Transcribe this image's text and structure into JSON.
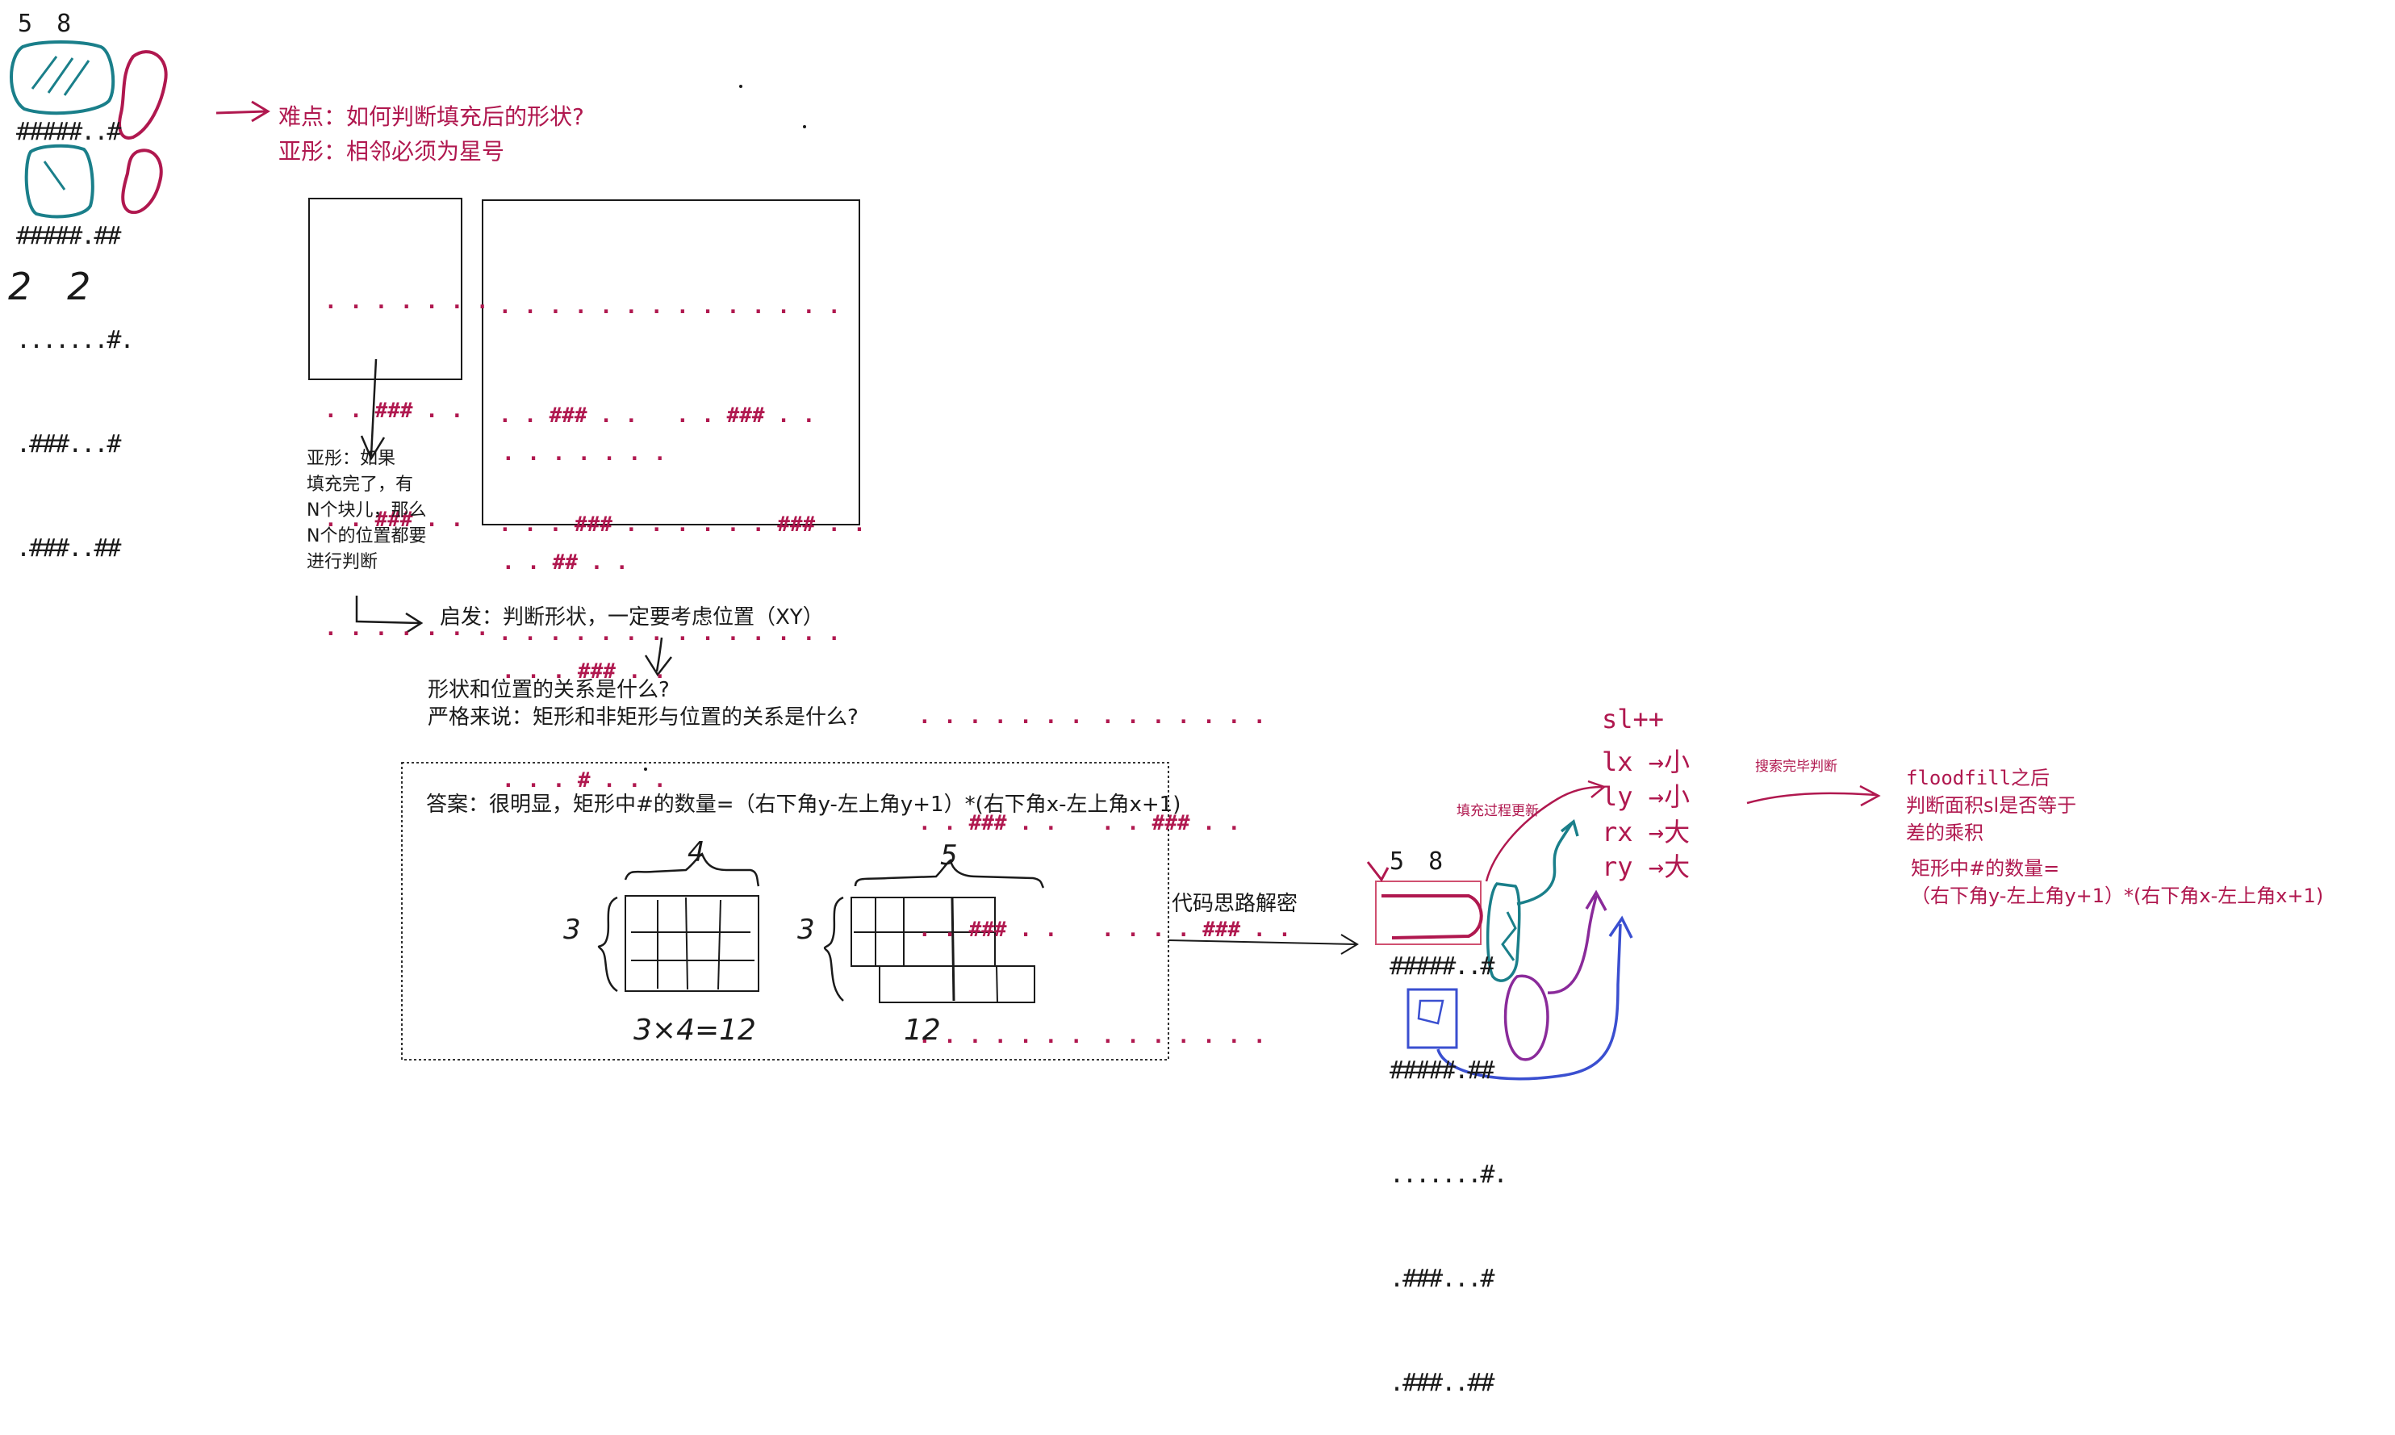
{
  "colors": {
    "accent_red": "#b0184f",
    "teal": "#1a7f8a",
    "purple": "#8a2a9a",
    "blue": "#3a4fd0",
    "ink": "#1a1a1a"
  },
  "top_grid": {
    "header": "5 8",
    "rows": [
      "#####..#",
      "#####.##",
      ".......#.",
      ".###...#",
      ".###..##"
    ]
  },
  "top_result": "2   2",
  "difficulty": {
    "line1": "难点：如何判断填充后的形状?",
    "line2": "亚彤：相邻必须为星号"
  },
  "box_small_rows": [
    ". . . . . . .",
    ". . ### . .",
    ". . ### . .",
    ". . . . . . ."
  ],
  "box_large": {
    "grid_a": [
      ". . . . . . .",
      ". . ### . .",
      ". . . ### . .",
      ". . . . . . ."
    ],
    "grid_b": [
      ". . . . . . .",
      ". . ### . .",
      ". . . . ### . .",
      ". . . . . . ."
    ],
    "grid_c": [
      ". . . . . . .",
      ". . ## . .",
      ". . . ### . .",
      ". . . # . . ."
    ]
  },
  "note_yatong": [
    "亚彤：如果",
    "填充完了，有",
    "N个块儿，那么",
    "N个的位置都要",
    "进行判断"
  ],
  "inspiration": "启发：判断形状，一定要考虑位置（XY）",
  "question": {
    "line1": "形状和位置的关系是什么?",
    "line2": "严格来说：矩形和非矩形与位置的关系是什么?"
  },
  "side_grids": {
    "left": [
      ". . . . . . .",
      ". . ### . .",
      ". . ### . .",
      ". . . . . . ."
    ],
    "right": [
      ". . . . . . .",
      ". . ### . .",
      ". . . . ### . .",
      ". . . . . . ."
    ]
  },
  "answer": "答案：很明显，矩形中#的数量=（右下角y-左上角y+1）*(右下角x-左上角x+1)",
  "sketch": {
    "left_top": "4",
    "left_side": "3",
    "left_caption": "3×4=12",
    "right_top": "5",
    "right_side": "3",
    "right_caption": "12"
  },
  "code_label": "代码思路解密",
  "bottom_grid": {
    "header": "5 8",
    "rows": [
      "#####..#",
      "#####.##",
      ".......#.",
      ".###...#",
      ".###..##"
    ]
  },
  "update_label": "填充过程更新",
  "vars": [
    "sl++",
    "lx →小",
    "ly →小",
    "rx →大",
    "ry →大"
  ],
  "search_label": "搜索完毕判断",
  "conclusion": {
    "line1": "floodfill之后",
    "line2": "判断面积sl是否等于",
    "line3": "差的乘积",
    "line4": "矩形中#的数量=",
    "line5": "（右下角y-左上角y+1）*(右下角x-左上角x+1)"
  }
}
